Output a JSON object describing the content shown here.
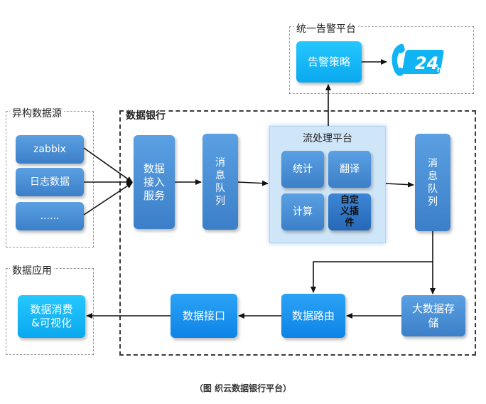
{
  "groups": {
    "alert_platform": "统一告警平台",
    "data_sources": "异构数据源",
    "data_bank": "数据银行",
    "data_apps": "数据应用"
  },
  "sources": [
    "zabbix",
    "日志数据",
    "......"
  ],
  "nodes": {
    "ingest": "数据\n接入\n服务",
    "queue1": "消\n息\n队\n列",
    "stream_title": "流处理平台",
    "stat": "统计",
    "translate": "翻译",
    "compute": "计算",
    "plugin": "自定\n义插\n件",
    "queue2": "消\n息\n队\n列",
    "storage": "大数据存\n储",
    "routing": "数据路由",
    "interface": "数据接口",
    "consumer": "数据消费\n&可视化",
    "alert_policy": "告警策略",
    "badge": "24"
  },
  "caption": "（图 织云数据银行平台）",
  "colors": {
    "arrow": "#111111",
    "arrow_light": "#4a4a4a",
    "dashed_border": "#3a3a3a"
  }
}
